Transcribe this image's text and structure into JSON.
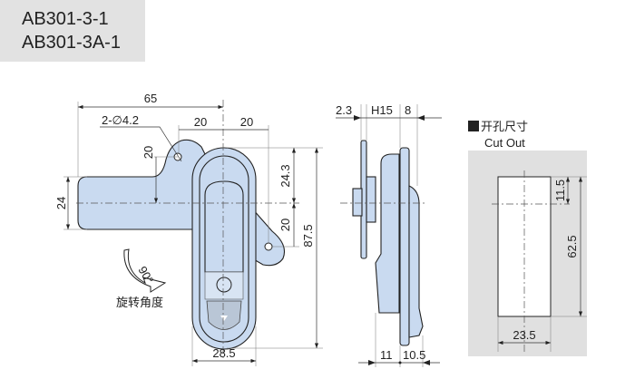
{
  "title": {
    "models": [
      "AB301-3-1",
      "AB301-3A-1"
    ]
  },
  "front_view": {
    "dim_total_width": "65",
    "dim_hole": "2-∅4.2",
    "dim_hole_left": "20",
    "dim_hole_right": "20",
    "dim_hole_vertical": "20",
    "dim_arm_height": "24",
    "dim_top_to_center": "24.3",
    "dim_center_to_hole": "20",
    "dim_total_height": "87.5",
    "dim_body_width": "28.5",
    "rotation_angle": "90°",
    "rotation_label": "旋转角度"
  },
  "side_view": {
    "dim_plate": "2.3",
    "dim_depth": "H15",
    "dim_front": "8",
    "dim_bottom_left": "11",
    "dim_bottom_right": "10.5"
  },
  "cutout": {
    "label_cn": "开孔尺寸",
    "label_en": "Cut Out",
    "dim_top_offset": "11.5",
    "dim_height": "62.5",
    "dim_width": "23.5"
  },
  "colors": {
    "part": "#c9daf0",
    "panel": "#e0e0e0",
    "title_bg": "#e2e2e2"
  }
}
